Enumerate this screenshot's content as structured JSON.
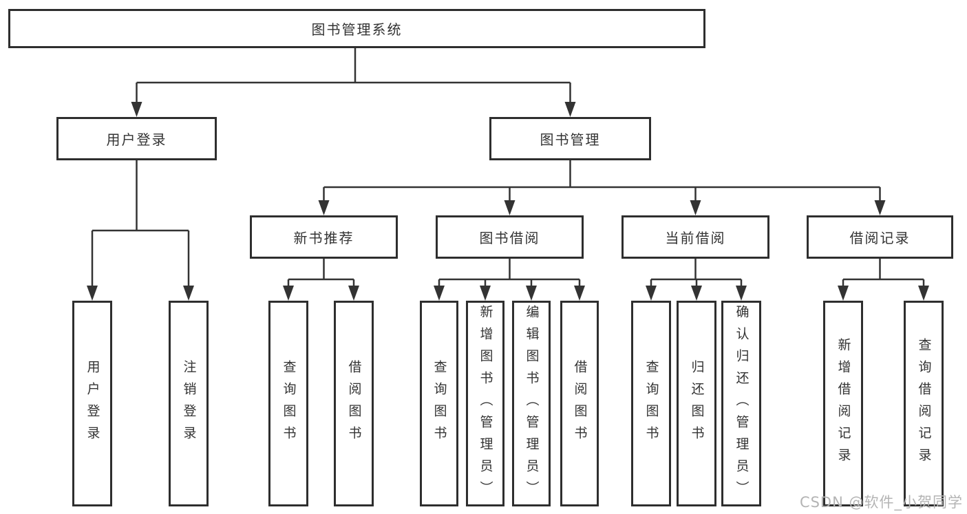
{
  "tree": {
    "root": {
      "label": "图书管理系统",
      "children": [
        {
          "label": "用户登录",
          "children": [
            {
              "label": "用户登录"
            },
            {
              "label": "注销登录"
            }
          ]
        },
        {
          "label": "图书管理",
          "children": [
            {
              "label": "新书推荐",
              "children": [
                {
                  "label": "查询图书"
                },
                {
                  "label": "借阅图书"
                }
              ]
            },
            {
              "label": "图书借阅",
              "children": [
                {
                  "label": "查询图书"
                },
                {
                  "label": "新增图书（管理员）"
                },
                {
                  "label": "编辑图书（管理员）"
                },
                {
                  "label": "借阅图书"
                }
              ]
            },
            {
              "label": "当前借阅",
              "children": [
                {
                  "label": "查询图书"
                },
                {
                  "label": "归还图书"
                },
                {
                  "label": "确认归还（管理员）"
                }
              ]
            },
            {
              "label": "借阅记录",
              "children": [
                {
                  "label": "新增借阅记录"
                },
                {
                  "label": "查询借阅记录"
                }
              ]
            }
          ]
        }
      ]
    }
  },
  "watermark": {
    "text": "CSDN @软件_小贺同学"
  },
  "colors": {
    "line": "#333333",
    "box_border": "#2e2e2e",
    "box_background": "#ffffff",
    "text": "#333333",
    "watermark": "#b4b4b4"
  }
}
